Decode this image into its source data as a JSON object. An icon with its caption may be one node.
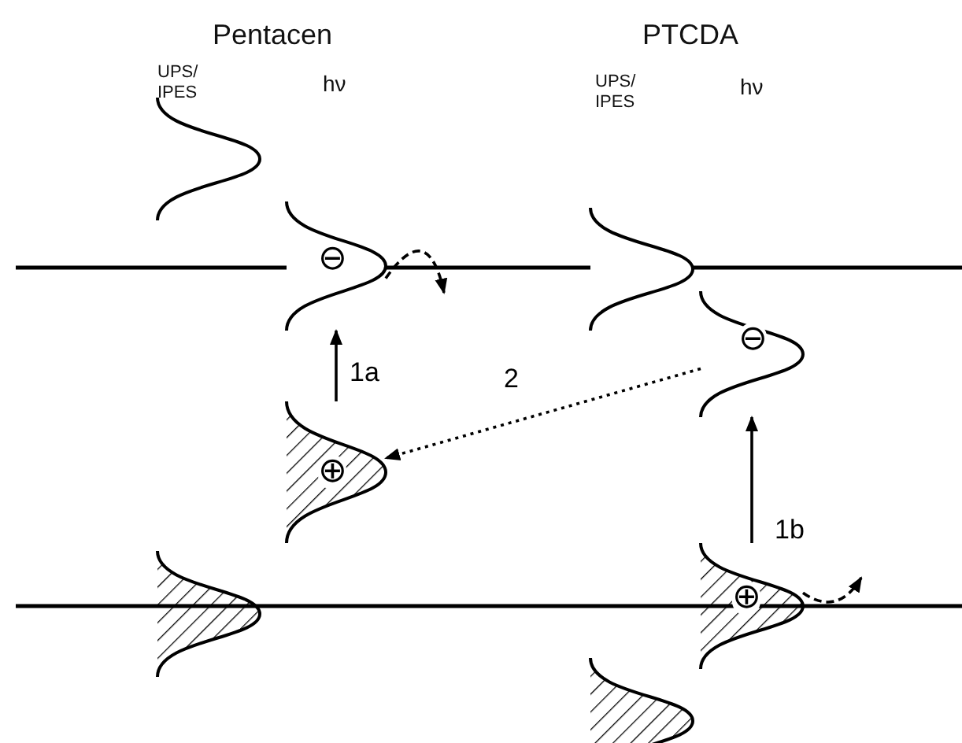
{
  "diagram": {
    "nodes": [
      {
        "text": [
          "⊖"
        ]
      },
      {
        "text": [
          "⊖"
        ]
      },
      {
        "text": [
          "⊕"
        ]
      },
      {
        "text": [
          "⊕"
        ]
      }
    ],
    "edges": [
      {
        "from": 2,
        "to": 0,
        "arrow": "to",
        "label": "1a"
      },
      {
        "from": 1,
        "to": 2,
        "arrow": "to",
        "label": "2",
        "style": "dashed"
      },
      {
        "from": 3,
        "to": 1,
        "arrow": "to",
        "label": "1b"
      },
      {
        "from": 0,
        "to": null,
        "arrow": "to",
        "style": "dashed"
      },
      {
        "from": 3,
        "to": null,
        "arrow": "to",
        "style": "dashed"
      }
    ],
    "labels": [
      "Pentacen",
      "UPS/ IPES",
      "hν",
      "PTCDA",
      "UPS/ IPES",
      "hν"
    ]
  }
}
